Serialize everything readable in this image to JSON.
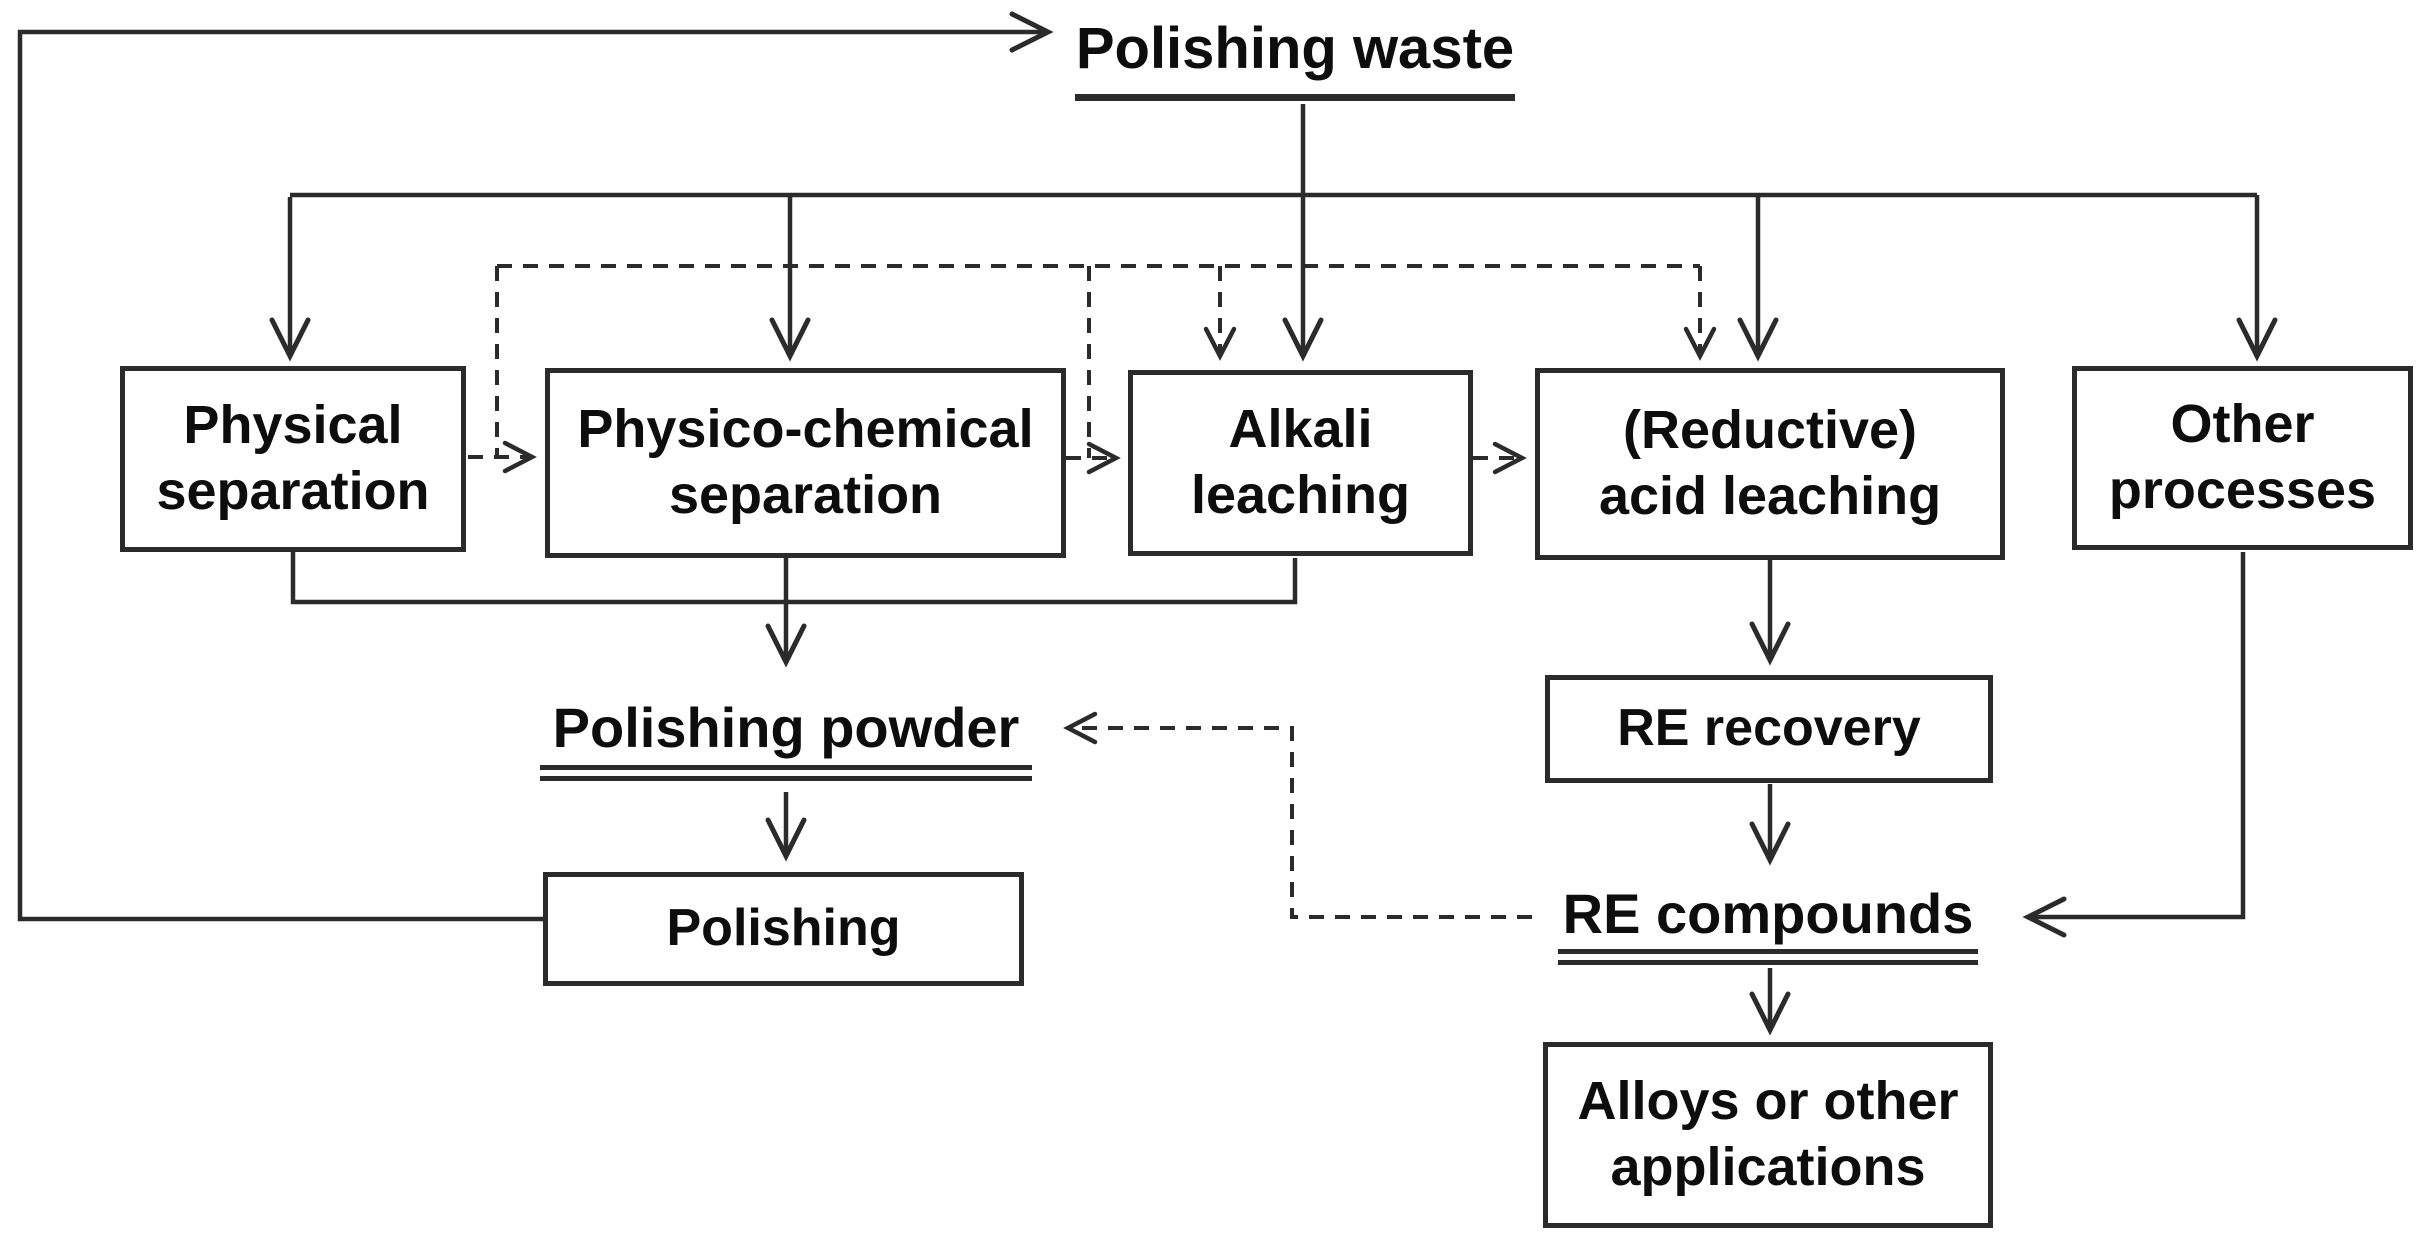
{
  "colors": {
    "line": "#2b2b2b",
    "text": "#0d0d0d",
    "background": "#ffffff"
  },
  "nodes": {
    "polishing_waste": "Polishing waste",
    "physical_separation": "Physical\nseparation",
    "physico_chemical_separation": "Physico-chemical\nseparation",
    "alkali_leaching": "Alkali\nleaching",
    "reductive_acid_leaching": "(Reductive)\nacid leaching",
    "other_processes": "Other\nprocesses",
    "polishing_powder": "Polishing powder",
    "polishing": "Polishing",
    "re_recovery": "RE recovery",
    "re_compounds": "RE compounds",
    "alloys_applications": "Alloys or other\napplications"
  },
  "edges": [
    {
      "from": "polishing",
      "to": "polishing_waste",
      "style": "solid"
    },
    {
      "from": "polishing_waste",
      "to": "physical_separation",
      "style": "solid"
    },
    {
      "from": "polishing_waste",
      "to": "physico_chemical_separation",
      "style": "solid"
    },
    {
      "from": "polishing_waste",
      "to": "alkali_leaching",
      "style": "solid"
    },
    {
      "from": "polishing_waste",
      "to": "reductive_acid_leaching",
      "style": "solid"
    },
    {
      "from": "polishing_waste",
      "to": "other_processes",
      "style": "solid"
    },
    {
      "from": "physical_separation",
      "to": "physico_chemical_separation",
      "style": "dashed"
    },
    {
      "from": "physico_chemical_separation",
      "to": "alkali_leaching",
      "style": "dashed"
    },
    {
      "from": "alkali_leaching",
      "to": "reductive_acid_leaching",
      "style": "dashed"
    },
    {
      "from": "physical_separation",
      "to": "polishing_powder",
      "style": "solid"
    },
    {
      "from": "physico_chemical_separation",
      "to": "polishing_powder",
      "style": "solid"
    },
    {
      "from": "alkali_leaching",
      "to": "polishing_powder",
      "style": "solid"
    },
    {
      "from": "polishing_powder",
      "to": "polishing",
      "style": "solid"
    },
    {
      "from": "reductive_acid_leaching",
      "to": "re_recovery",
      "style": "solid"
    },
    {
      "from": "re_recovery",
      "to": "re_compounds",
      "style": "solid"
    },
    {
      "from": "other_processes",
      "to": "re_compounds",
      "style": "solid"
    },
    {
      "from": "re_compounds",
      "to": "alloys_applications",
      "style": "solid"
    },
    {
      "from": "re_compounds",
      "to": "polishing_powder",
      "style": "dashed"
    }
  ]
}
